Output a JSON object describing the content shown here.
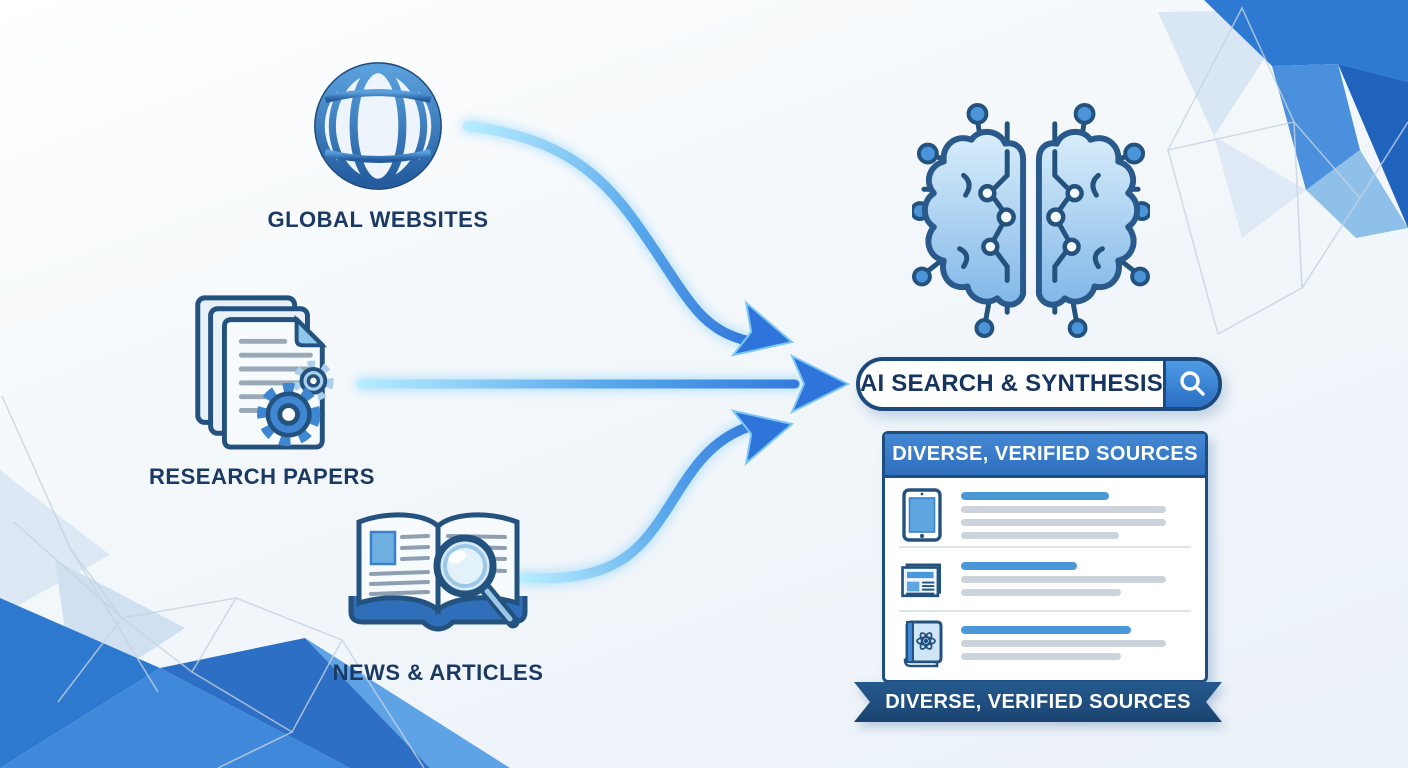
{
  "page": {
    "title": "AI search and synthesis infographic"
  },
  "colors": {
    "accent_blue": "#3c80cc",
    "deep_navy": "#1d4e7e",
    "label_navy": "#1b3a63",
    "arrow_blue": "#2e72d8",
    "bar_blue": "#4a98d8",
    "bar_gray": "#ccd3db"
  },
  "sources": [
    {
      "id": "global-websites",
      "label": "GLOBAL WEBSITES",
      "icon": "globe-icon"
    },
    {
      "id": "research-papers",
      "label": "RESEARCH PAPERS",
      "icon": "documents-gears-icon"
    },
    {
      "id": "news-articles",
      "label": "NEWS & ARTICLES",
      "icon": "open-book-magnifier-icon"
    }
  ],
  "ai_core": {
    "icon": "brain-circuit-icon"
  },
  "search_bar": {
    "text": "AI SEARCH & SYNTHESIS",
    "button_icon": "search-icon"
  },
  "results_panel": {
    "header": "DIVERSE, VERIFIED SOURCES",
    "items": [
      {
        "icon": "tablet-icon",
        "title_width": 148,
        "line_widths": [
          205,
          205,
          158
        ]
      },
      {
        "icon": "newspaper-icon",
        "title_width": 116,
        "line_widths": [
          205,
          160
        ]
      },
      {
        "icon": "science-book-icon",
        "title_width": 170,
        "line_widths": [
          205,
          160
        ]
      }
    ]
  },
  "ribbon": {
    "text": "DIVERSE, VERIFIED SOURCES"
  }
}
